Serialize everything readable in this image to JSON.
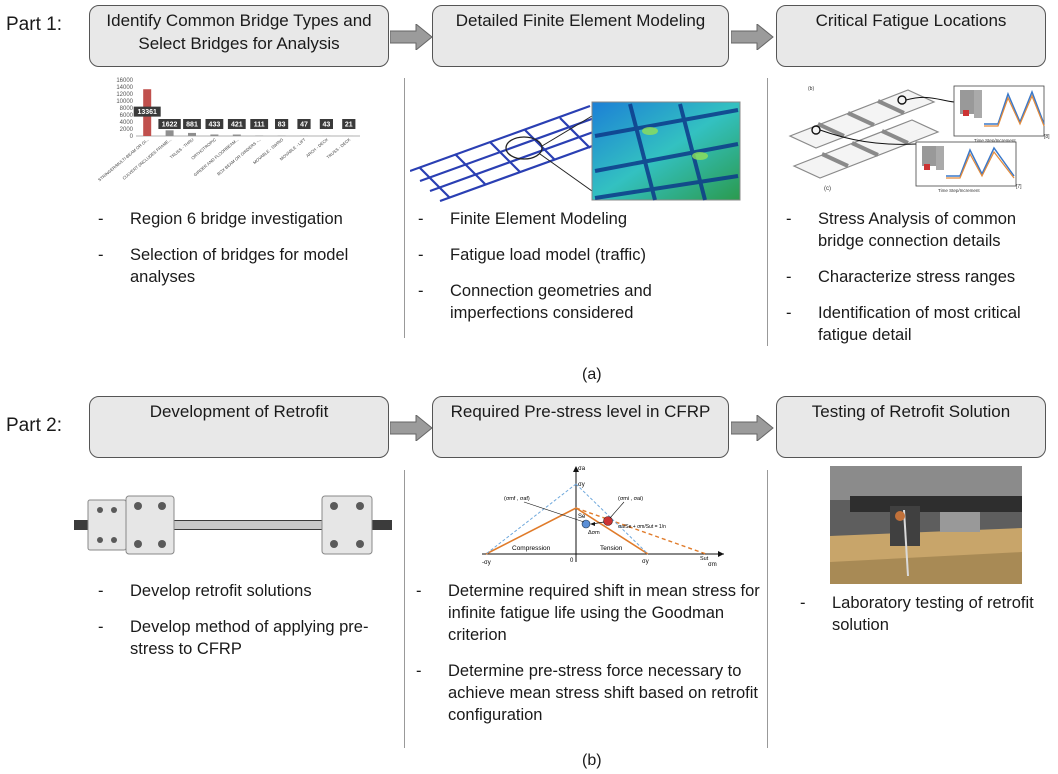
{
  "part1": {
    "label": "Part 1:",
    "boxes": [
      {
        "title": "Identify Common Bridge Types and Select Bridges for Analysis"
      },
      {
        "title": "Detailed Finite Element Modeling"
      },
      {
        "title": "Critical Fatigue Locations"
      }
    ],
    "col1_bullets": [
      "Region 6 bridge investigation",
      "Selection of bridges for model analyses"
    ],
    "col2_bullets": [
      "Finite Element Modeling",
      "Fatigue load model (traffic)",
      "Connection geometries and imperfections considered"
    ],
    "col3_bullets": [
      "Stress Analysis of common bridge connection details",
      "Characterize stress ranges",
      "Identification of most critical fatigue detail"
    ],
    "caption": "(a)"
  },
  "part2": {
    "label": "Part 2:",
    "boxes": [
      {
        "title": "Development of Retrofit"
      },
      {
        "title": "Required Pre-stress level in CFRP"
      },
      {
        "title": "Testing of Retrofit Solution"
      }
    ],
    "col1_bullets": [
      "Develop retrofit solutions",
      "Develop method of applying pre-stress to CFRP"
    ],
    "col2_bullets": [
      "Determine required shift in mean stress for infinite fatigue life using the Goodman criterion",
      "Determine pre-stress force necessary to achieve mean stress shift based on retrofit configuration"
    ],
    "col3_bullets": [
      "Laboratory testing of retrofit solution"
    ],
    "caption": "(b)"
  },
  "chart_data": {
    "type": "bar",
    "categories": [
      "STRINGER/MULTI-BEAM OR GI...",
      "CULVERT (INCLUDES FRAME...",
      "TRUSS - THRU",
      "ORTHOTROPIC",
      "GIRDER AND FLOORBEAM...",
      "BOX BEAM OR GIRDERS -...",
      "MOVABLE - SWING",
      "MOVABLE - LIFT",
      "ARCH - DECK",
      "TRUSS - DECK"
    ],
    "values": [
      13361,
      1622,
      881,
      433,
      421,
      111,
      83,
      47,
      43,
      21
    ],
    "data_labels": [
      "13361",
      "1622",
      "881",
      "433",
      "421",
      "111",
      "83",
      "47",
      "43",
      "21"
    ],
    "yticks": [
      "0",
      "2000",
      "4000",
      "6000",
      "8000",
      "10000",
      "12000",
      "14000",
      "16000"
    ],
    "ylim": [
      0,
      16000
    ],
    "highlight_color": "#c0504d",
    "label_bg_color": "#3a3a3a"
  },
  "goodman": {
    "axis_y": "σa",
    "axis_x": "σm",
    "sigma_y_top": "σy",
    "sigma_y_left": "-σy",
    "sigma_y_right": "σy",
    "sigma_ut": "Sut",
    "se": "Se",
    "zero": "0",
    "point_after": "(σmf , σaf)",
    "point_before": "(σmi , σai)",
    "delta": "Δσm",
    "equation": "σa/Se + σm/Sut = 1/n",
    "compression": "Compression",
    "tension": "Tension",
    "line_color": "#e07b2a",
    "dash_color": "#6fa8dc"
  },
  "fatigue_fig": {
    "top_label": "(b)",
    "bottom_label": "(c)",
    "axis_label": "Time Step/Increment",
    "tag_b": "[8]",
    "tag_c": "[7]"
  }
}
